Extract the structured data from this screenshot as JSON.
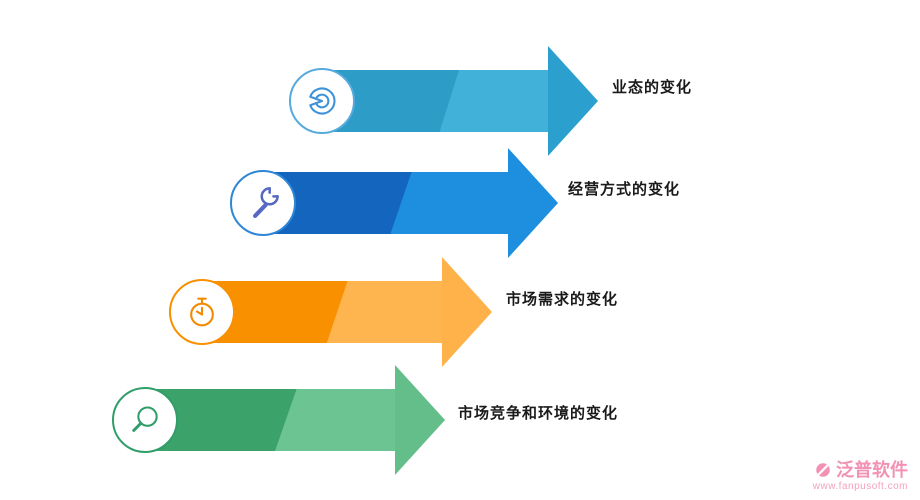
{
  "figure": {
    "rows": [
      {
        "label": "业态的变化",
        "icon": "pie-chart-icon",
        "colors": {
          "dark": "#2D9CC6",
          "light": "#41B1D9",
          "head": "#2BA0CE",
          "ring": "#57AADD",
          "icon_stroke": "#3E93D8"
        }
      },
      {
        "label": "经营方式的变化",
        "icon": "wrench-icon",
        "colors": {
          "dark": "#1365BE",
          "light": "#1E8FDE",
          "head": "#1E8FDE",
          "ring": "#2E86D6",
          "icon_stroke": "#5668C4"
        }
      },
      {
        "label": "市场需求的变化",
        "icon": "stopwatch-icon",
        "colors": {
          "dark": "#F89000",
          "light": "#FFB54F",
          "head": "#FFB24A",
          "ring": "#F89000",
          "icon_stroke": "#F28A00"
        }
      },
      {
        "label": "市场竞争和环境的变化",
        "icon": "magnifier-icon",
        "colors": {
          "dark": "#3BA269",
          "light": "#6CC492",
          "head": "#63BE8A",
          "ring": "#2F9E68",
          "icon_stroke": "#2F9E68"
        }
      }
    ]
  },
  "watermark": {
    "brand": "泛普软件",
    "url": "www.fanpusoft.com",
    "color": "#F191B3"
  }
}
